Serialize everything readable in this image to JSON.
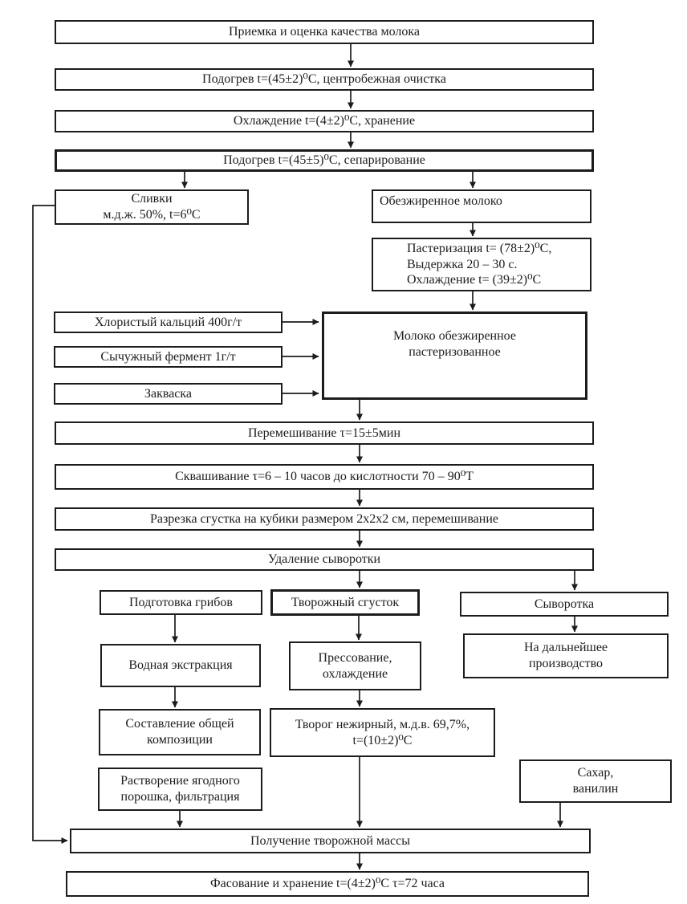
{
  "colors": {
    "ink": "#1c1c1c",
    "background": "#ffffff"
  },
  "flowchart": {
    "boxes": {
      "intake": {
        "label": "Приемка и оценка качества молока"
      },
      "heat_clean": {
        "label": "Подогрев t=(45±2)⁰С, центробежная очистка"
      },
      "cool_store": {
        "label": "Охлаждение t=(4±2)⁰С, хранение"
      },
      "heat_separate": {
        "label": "Подогрев t=(45±5)⁰С, сепарирование"
      },
      "cream": {
        "label": "Сливки\nм.д.ж. 50%, t=6⁰С"
      },
      "skim_milk": {
        "label": "Обезжиренное молоко"
      },
      "pasteurization": {
        "label": "Пастеризация t= (78±2)⁰С,\nВыдержка 20 – 30 с.\nОхлаждение t= (39±2)⁰С"
      },
      "calcium_chloride": {
        "label": "Хлористый кальций 400г/т"
      },
      "rennet": {
        "label": "Сычужный фермент 1г/т"
      },
      "starter": {
        "label": "Закваска"
      },
      "pasteurized_skim_milk": {
        "label": "Молоко обезжиренное\nпастеризованное"
      },
      "mixing": {
        "label": "Перемешивание τ=15±5мин"
      },
      "fermentation": {
        "label": "Сквашивание τ=6 – 10 часов до кислотности 70 – 90⁰Т"
      },
      "cutting": {
        "label": "Разрезка сгустка на кубики размером 2х2х2 см, перемешивание"
      },
      "whey_removal": {
        "label": "Удаление сыворотки"
      },
      "mushroom_prep": {
        "label": "Подготовка грибов"
      },
      "curd_clot": {
        "label": "Творожный сгусток"
      },
      "whey": {
        "label": "Сыворотка"
      },
      "water_extraction": {
        "label": "Водная экстракция"
      },
      "pressing": {
        "label": "Прессование,\nохлаждение"
      },
      "further_production": {
        "label": "На дальнейшее\nпроизводство"
      },
      "composition": {
        "label": "Составление общей\nкомпозиции"
      },
      "skim_curd": {
        "label": "Творог нежирный, м.д.в. 69,7%,\nt=(10±2)⁰С"
      },
      "berry_solution": {
        "label": "Растворение ягодного\nпорошка, фильтрация"
      },
      "sugar_vanilla": {
        "label": "Сахар,\nванилин"
      },
      "curd_mass": {
        "label": "Получение творожной массы"
      },
      "packing": {
        "label": "Фасование и хранение t=(4±2)⁰С τ=72 часа"
      }
    }
  }
}
